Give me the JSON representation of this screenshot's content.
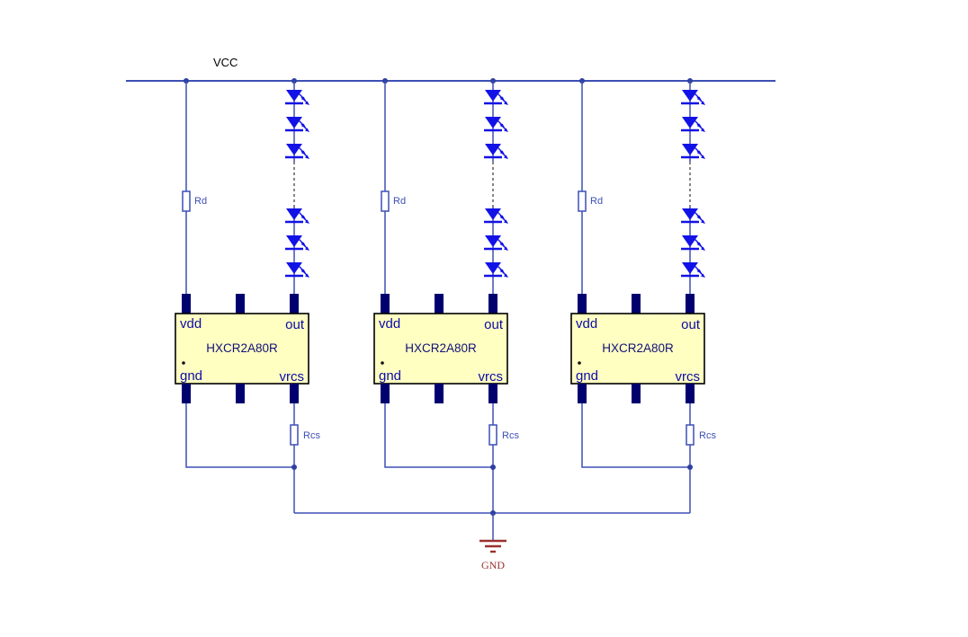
{
  "diagram": {
    "power_rail": {
      "label": "VCC"
    },
    "ground": {
      "label": "GND"
    },
    "ic": {
      "name": "HXCR2A80R",
      "pin_labels": {
        "vdd": "vdd",
        "out": "out",
        "gnd": "gnd",
        "vrcs": "vrcs"
      }
    },
    "resistor_labels": {
      "rd": "Rd",
      "rcs": "Rcs"
    },
    "channel_count": 3,
    "leds_per_string_visible": 6,
    "colors": {
      "wire": "#3d4fb5",
      "led": "#1212e6",
      "ic_fill": "#ffffc2",
      "ic_border": "#000000",
      "pin": "#00006e",
      "pin_text": "#0b0ba8",
      "ground": "#9b3030",
      "vcc_text": "#000000"
    }
  }
}
